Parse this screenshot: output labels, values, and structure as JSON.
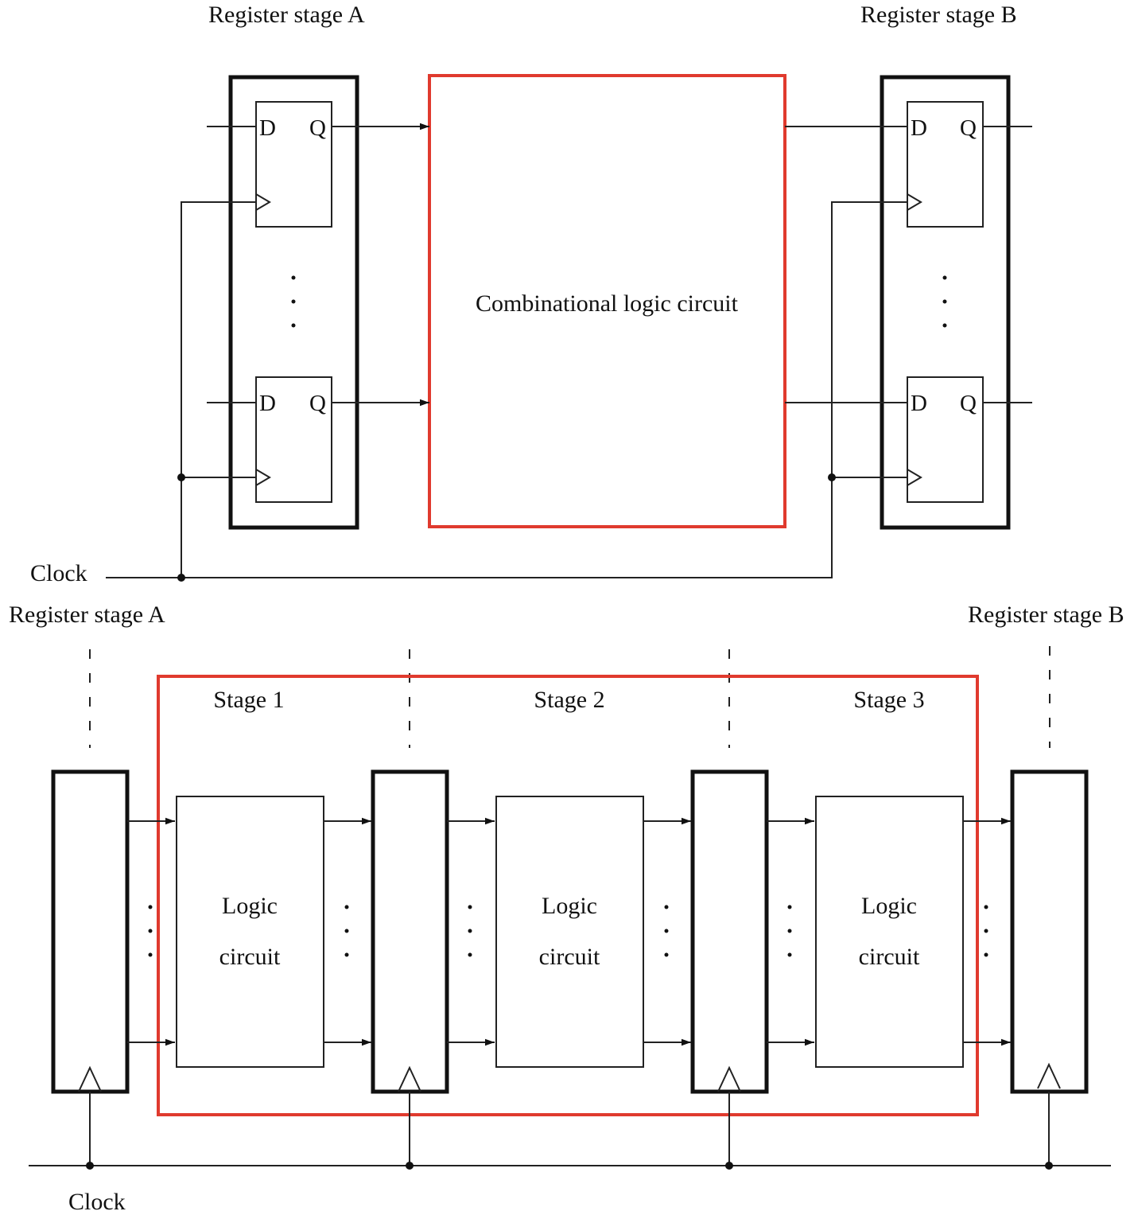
{
  "top_diagram": {
    "register_a_label": "Register  stage A",
    "register_b_label": "Register  stage B",
    "combinational_label": "Combinational logic circuit",
    "clock_label": "Clock",
    "flipflop_d": "D",
    "flipflop_q": "Q"
  },
  "bottom_diagram": {
    "register_a_label": "Register stage A",
    "register_b_label": "Register stage B",
    "clock_label": "Clock",
    "stages": [
      {
        "title": "Stage 1",
        "logic_line1": "Logic",
        "logic_line2": "circuit"
      },
      {
        "title": "Stage 2",
        "logic_line1": "Logic",
        "logic_line2": "circuit"
      },
      {
        "title": "Stage 3",
        "logic_line1": "Logic",
        "logic_line2": "circuit"
      }
    ]
  },
  "colors": {
    "highlight": "#e03a2e",
    "line": "#111111"
  }
}
